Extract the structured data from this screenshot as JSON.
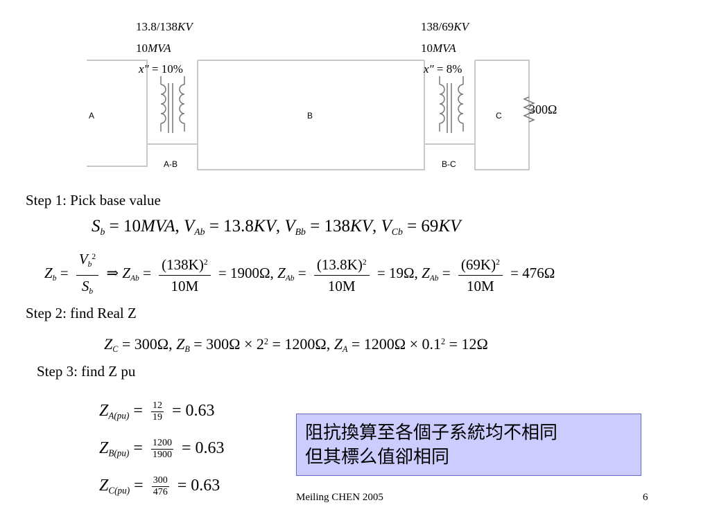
{
  "diagram": {
    "t1": {
      "ratio": "13.8/138",
      "ratio_unit": "KV",
      "rating": "10",
      "rating_unit": "MVA",
      "x_label": "x″",
      "x_value": "= 10%"
    },
    "t2": {
      "ratio": "138/69",
      "ratio_unit": "KV",
      "rating": "10",
      "rating_unit": "MVA",
      "x_label": "x″",
      "x_value": "= 8%"
    },
    "zones": {
      "a": "A",
      "b": "B",
      "c": "C",
      "ab": "A-B",
      "bc": "B-C"
    },
    "load": "300Ω"
  },
  "step1": {
    "heading": "Step 1: Pick base value",
    "eq1": {
      "s": "S",
      "s_sub": "b",
      "s_val": "= 10",
      "s_unit": "MVA",
      "v1": "V",
      "v1_sub": "Ab",
      "v1_val": "= 13.8",
      "v1_unit": "KV",
      "v2": "V",
      "v2_sub": "Bb",
      "v2_val": "= 138",
      "v2_unit": "KV",
      "v3": "V",
      "v3_sub": "Cb",
      "v3_val": "= 69",
      "v3_unit": "KV"
    },
    "eq2": {
      "z": "Z",
      "z_sub": "b",
      "num_v": "V",
      "num_sub": "b",
      "num_sup": "2",
      "den_s": "S",
      "den_sub": "b",
      "arrow": "⇒",
      "za": "Z",
      "za_sub": "Ab",
      "f1_num": "(138K)",
      "f1_sup": "2",
      "f1_den": "10M",
      "r1": "= 1900Ω,",
      "zb": "Z",
      "zb_sub": "Ab",
      "f2_num": "(13.8K)",
      "f2_sup": "2",
      "f2_den": "10M",
      "r2": "= 19Ω,",
      "zc": "Z",
      "zc_sub": "Ab",
      "f3_num": "(69K)",
      "f3_sup": "2",
      "f3_den": "10M",
      "r3": "= 476Ω"
    }
  },
  "step2": {
    "heading": "Step 2: find Real Z",
    "zc": "Z",
    "zc_sub": "C",
    "zc_val": "= 300Ω,",
    "zb": "Z",
    "zb_sub": "B",
    "zb_val": "= 300Ω × 2",
    "zb_sup": "2",
    "zb_res": "= 1200Ω,",
    "za": "Z",
    "za_sub": "A",
    "za_val": "= 1200Ω × 0.1",
    "za_sup": "2",
    "za_res": "= 12Ω"
  },
  "step3": {
    "heading": "Step 3: find Z pu",
    "rows": [
      {
        "z": "Z",
        "sub": "A(pu)",
        "num": "12",
        "den": "19",
        "res": "= 0.63"
      },
      {
        "z": "Z",
        "sub": "B(pu)",
        "num": "1200",
        "den": "1900",
        "res": "= 0.63"
      },
      {
        "z": "Z",
        "sub": "C(pu)",
        "num": "300",
        "den": "476",
        "res": "= 0.63"
      }
    ]
  },
  "note": {
    "line1": "阻抗換算至各個子系統均不相同",
    "line2": "但其標么值卻相同",
    "bg": "#ccccff",
    "border": "#6666cc"
  },
  "footer": {
    "author": "Meiling CHEN 2005",
    "page": "6"
  }
}
